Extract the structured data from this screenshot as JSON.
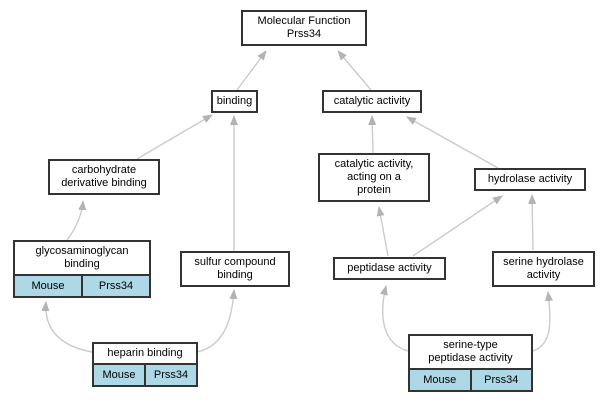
{
  "diagram": {
    "title": "Molecular Function Prss34",
    "annotation_color": "#ADD8E6",
    "edge_color": "#cbcbcb",
    "arrowhead_color": "#b3b3b3"
  },
  "nodes": {
    "molecular_function": {
      "label": "Molecular Function\nPrss34"
    },
    "binding": {
      "label": "binding"
    },
    "catalytic_activity": {
      "label": "catalytic activity"
    },
    "carbohydrate_derivative_binding": {
      "label": "carbohydrate\nderivative binding"
    },
    "catalytic_activity_acting_on_a_protein": {
      "label": "catalytic activity,\nacting on a\nprotein"
    },
    "hydrolase_activity": {
      "label": "hydrolase activity"
    },
    "glycosaminoglycan_binding": {
      "label": "glycosaminoglycan\nbinding",
      "annotations": [
        "Mouse",
        "Prss34"
      ]
    },
    "sulfur_compound_binding": {
      "label": "sulfur compound\nbinding"
    },
    "peptidase_activity": {
      "label": "peptidase activity"
    },
    "serine_hydrolase_activity": {
      "label": "serine hydrolase\nactivity"
    },
    "heparin_binding": {
      "label": "heparin binding",
      "annotations": [
        "Mouse",
        "Prss34"
      ]
    },
    "serine_type_peptidase_activity": {
      "label": "serine-type\npeptidase activity",
      "annotations": [
        "Mouse",
        "Prss34"
      ]
    }
  },
  "edges": [
    {
      "from": "binding",
      "to": "molecular_function"
    },
    {
      "from": "catalytic_activity",
      "to": "molecular_function"
    },
    {
      "from": "carbohydrate_derivative_binding",
      "to": "binding"
    },
    {
      "from": "sulfur_compound_binding",
      "to": "binding"
    },
    {
      "from": "glycosaminoglycan_binding",
      "to": "carbohydrate_derivative_binding"
    },
    {
      "from": "heparin_binding",
      "to": "glycosaminoglycan_binding"
    },
    {
      "from": "heparin_binding",
      "to": "sulfur_compound_binding"
    },
    {
      "from": "catalytic_activity_acting_on_a_protein",
      "to": "catalytic_activity"
    },
    {
      "from": "hydrolase_activity",
      "to": "catalytic_activity"
    },
    {
      "from": "peptidase_activity",
      "to": "catalytic_activity_acting_on_a_protein"
    },
    {
      "from": "peptidase_activity",
      "to": "hydrolase_activity"
    },
    {
      "from": "serine_hydrolase_activity",
      "to": "hydrolase_activity"
    },
    {
      "from": "serine_type_peptidase_activity",
      "to": "peptidase_activity"
    },
    {
      "from": "serine_type_peptidase_activity",
      "to": "serine_hydrolase_activity"
    }
  ]
}
